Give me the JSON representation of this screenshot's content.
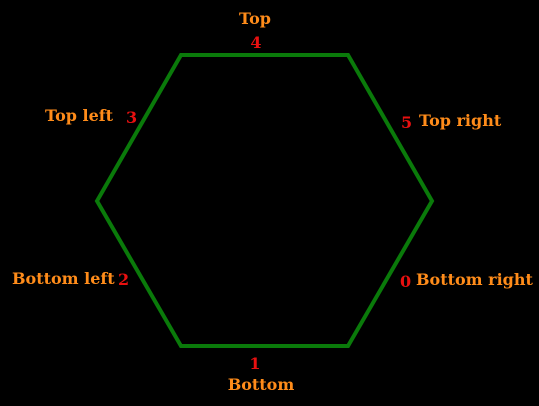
{
  "diagram": {
    "colors": {
      "background": "#000000",
      "outline": "#0a7a0a",
      "edge_name": "#ff8c1a",
      "edge_index": "#e81010"
    },
    "edges": [
      {
        "index": "0",
        "name": "Bottom right"
      },
      {
        "index": "1",
        "name": "Bottom"
      },
      {
        "index": "2",
        "name": "Bottom left"
      },
      {
        "index": "3",
        "name": "Top left"
      },
      {
        "index": "4",
        "name": "Top"
      },
      {
        "index": "5",
        "name": "Top right"
      }
    ]
  }
}
